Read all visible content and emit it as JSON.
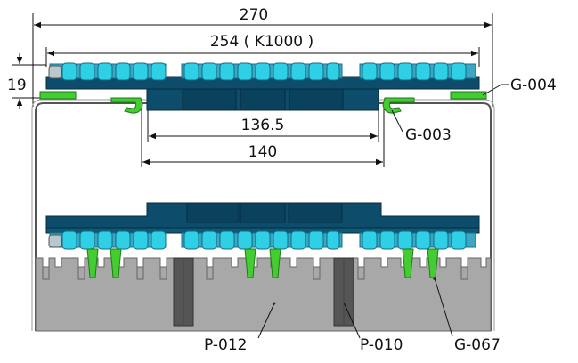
{
  "dimensions": {
    "overall_width": "270",
    "belt_width": "254 ( K1000 )",
    "height": "19",
    "inner_width": "136.5",
    "outer_width": "140"
  },
  "callouts": {
    "g004": "G-004",
    "g003": "G-003",
    "p012": "P-012",
    "p010": "P-010",
    "g067": "G-067"
  },
  "colors": {
    "roller": "#2fbfd8",
    "roller_dark": "#1a6e8a",
    "frame": "#0d4d6b",
    "frame_dark": "#083a52",
    "guide": "#44cc33",
    "base": "#a8a8a8",
    "base_dark": "#555555"
  }
}
